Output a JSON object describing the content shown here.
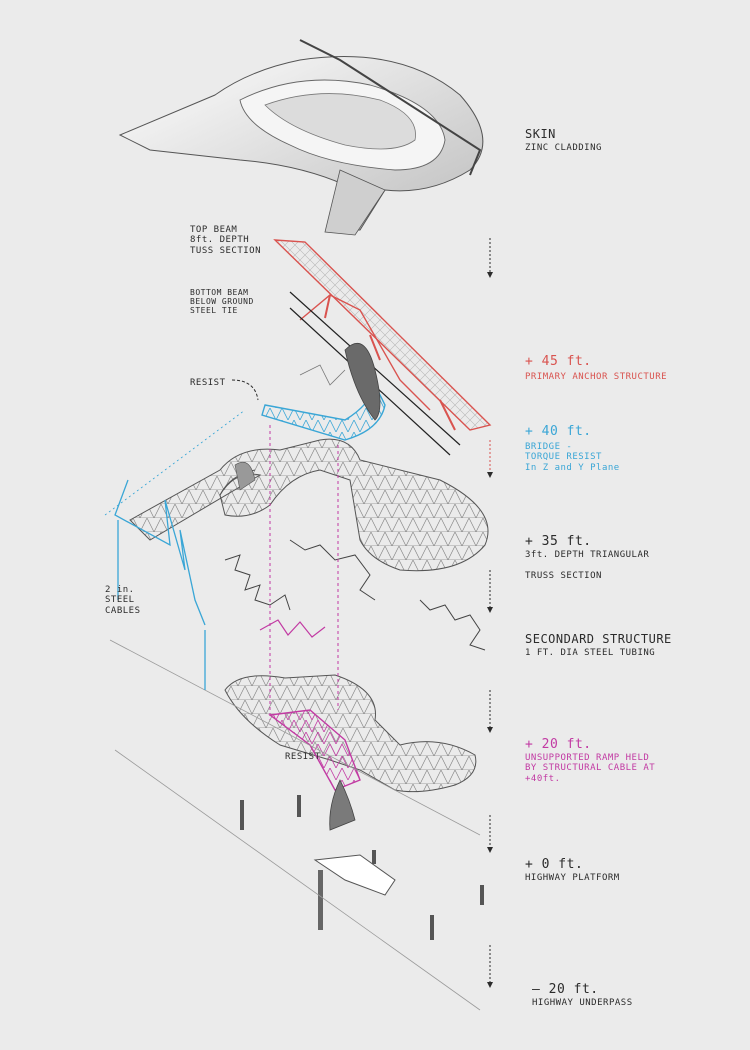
{
  "colors": {
    "background": "#ebebeb",
    "ink": "#2b2b2b",
    "primary_anchor": "#d9534f",
    "bridge": "#3aa6d6",
    "ramp": "#c23aa3"
  },
  "labels": {
    "skin_title": "SKIN",
    "skin_sub": "ZINC CLADDING",
    "top_beam_1": "TOP BEAM",
    "top_beam_2": "8ft. DEPTH",
    "top_beam_3": "TUSS SECTION",
    "bottom_beam_1": "BOTTOM BEAM",
    "bottom_beam_2": "BELOW GROUND",
    "bottom_beam_3": "STEEL TIE",
    "resist_upper": "RESIST",
    "resist_lower": "RESIST",
    "cables_1": "2 in.",
    "cables_2": "STEEL",
    "cables_3": "CABLES",
    "secondary_title": "SECONDARD STRUCTURE",
    "secondary_sub": "1 FT. DIA STEEL TUBING"
  },
  "levels": [
    {
      "elevation": "+ 45 ft.",
      "desc1": "PRIMARY ANCHOR STRUCTURE",
      "desc2": "",
      "desc3": "",
      "desc4": ""
    },
    {
      "elevation": "+ 40 ft.",
      "desc1": "BRIDGE -",
      "desc2": "TORQUE RESIST",
      "desc3": "In Z and Y Plane",
      "desc4": ""
    },
    {
      "elevation": "+ 35 ft.",
      "desc1": "3ft. DEPTH TRIANGULAR",
      "desc2": "TRUSS SECTION",
      "desc3": "",
      "desc4": ""
    },
    {
      "elevation": "+ 20 ft.",
      "desc1": "UNSUPPORTED RAMP HELD",
      "desc2": "BY STRUCTURAL CABLE AT",
      "desc3": "+40ft.",
      "desc4": ""
    },
    {
      "elevation": "+ 0 ft.",
      "desc1": "HIGHWAY PLATFORM",
      "desc2": "",
      "desc3": "",
      "desc4": ""
    },
    {
      "elevation": "— 20 ft.",
      "desc1": "HIGHWAY UNDERPASS",
      "desc2": "",
      "desc3": "",
      "desc4": ""
    }
  ]
}
